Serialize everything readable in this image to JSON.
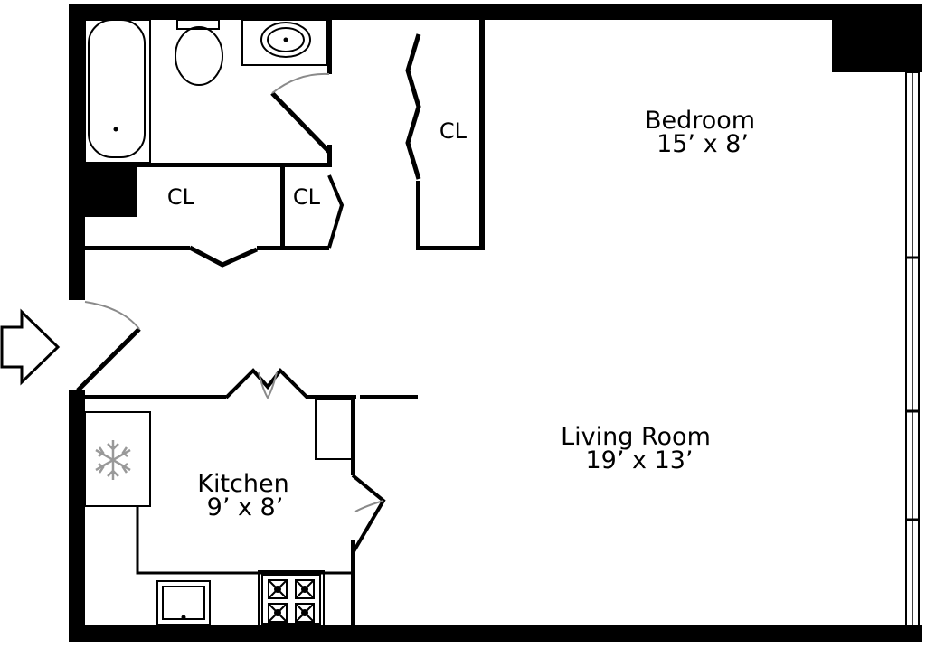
{
  "rooms": {
    "bedroom": {
      "name": "Bedroom",
      "size": "15’ x 8’"
    },
    "living_room": {
      "name": "Living Room",
      "size": "19’ x 13’"
    },
    "kitchen": {
      "name": "Kitchen",
      "size": "9’ x 8’"
    }
  },
  "closets": {
    "bedroom_closet": "CL",
    "hall_closet": "CL",
    "small_closet": "CL"
  },
  "icons": {
    "entry": "entry-arrow-icon",
    "fridge": "snowflake-icon",
    "range": "stove-burners-icon",
    "sink": "sink-icon"
  }
}
